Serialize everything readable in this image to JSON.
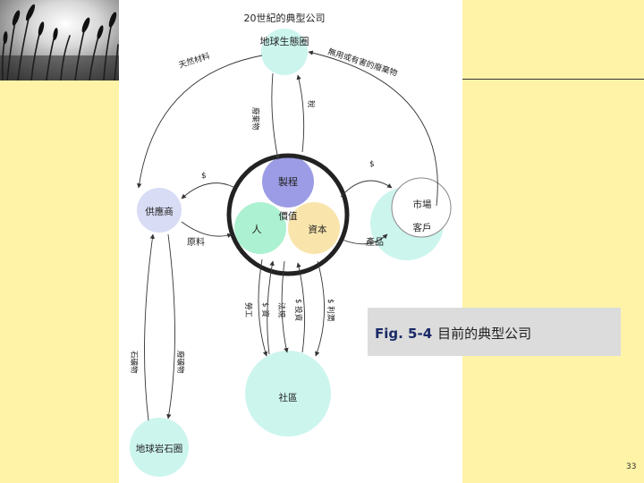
{
  "slide": {
    "caption": {
      "fig": "Fig. 5-4",
      "text": "目前的典型公司"
    },
    "page_number": "33"
  },
  "diagram": {
    "title": "20世紀的典型公司",
    "nodes": {
      "ecosystem": "地球生態圈",
      "supplier": "供應商",
      "market": "市場",
      "customer": "客戶",
      "process": "製程",
      "people": "人",
      "value": "價值",
      "capital": "資本",
      "community": "社區",
      "lithosphere": "地球岩石圈"
    },
    "flows": {
      "natural_materials": "天然材料",
      "waste": "無用或有害的廢棄物",
      "emissions": "廢棄物",
      "taxes": "稅",
      "dollar_left": "$",
      "dollar_right": "$",
      "raw_materials": "原料",
      "products": "產品",
      "minerals": "石礦物",
      "waste_minerals": "廢礦物"
    },
    "vertical_flows": [
      "勞工",
      "$ 資",
      "法規",
      "$ 投資",
      "$ 利潤"
    ]
  },
  "colors": {
    "slide_bg": "#fff3a8",
    "ecosystem_circle": "#ccf5ee",
    "supplier_circle": "#d9dcf5",
    "process_circle": "#9c9ce6",
    "people_circle": "#a8f0cf",
    "capital_circle": "#f9e4a8",
    "community_circle": "#ccf5ee",
    "lithosphere_circle": "#ccf5ee",
    "ring": "#222222",
    "caption_fig": "#1a2a66"
  },
  "photo": {
    "icon": "wheat-field-photo"
  }
}
